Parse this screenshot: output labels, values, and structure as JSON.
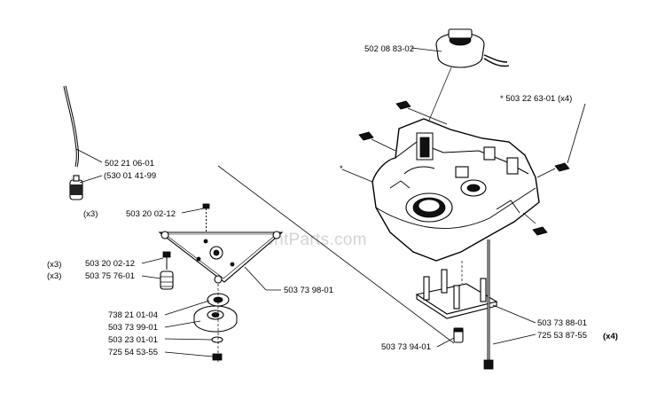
{
  "watermark": "©ReplacementParts.com",
  "labels": {
    "carb_boot": "502 08 83-02",
    "isolator_x4": "*  503 22 63-01 (x4)",
    "fuel_hose": "502 21 06-01",
    "fuel_filter": "(530 01 41-99",
    "x3_top": "(x3)",
    "screw_top": "503 20 02-12",
    "x3_left_a": "(x3)",
    "x3_left_b": "(x3)",
    "screw_left": "503 20 02-12",
    "spacer": "503 75 76-01",
    "plate": "503 73 98-01",
    "bearing": "738 21 01-04",
    "hub": "503 73 99-01",
    "washer": "503 23 01-01",
    "nut": "725 54 53-55",
    "mount": "503 73 88-01",
    "bolt": "725 53 87-55",
    "x4_bolt": "(x4)",
    "pin": "503 73 94-01",
    "crankcase_mark": "*"
  }
}
